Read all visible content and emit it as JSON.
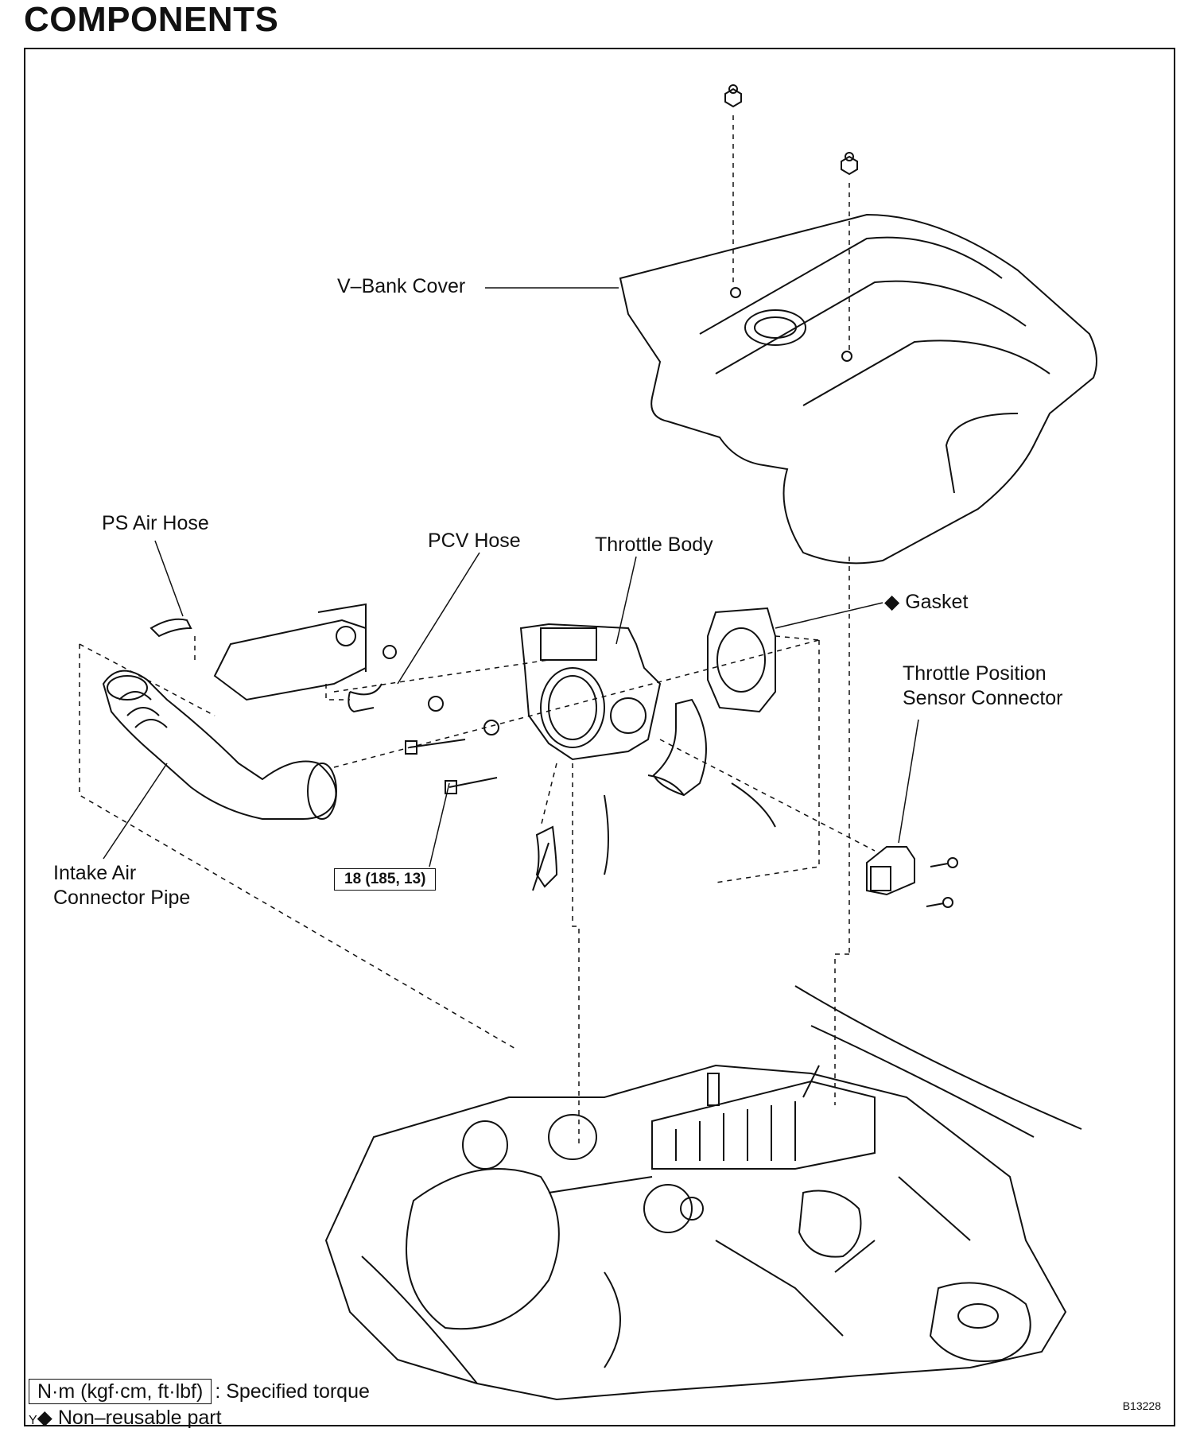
{
  "heading": "COMPONENTS",
  "labels": {
    "v_bank_cover": "V–Bank Cover",
    "ps_air_hose": "PS Air Hose",
    "pcv_hose": "PCV Hose",
    "throttle_body": "Throttle Body",
    "gasket": "Gasket",
    "tps_connector": "Throttle Position\nSensor Connector",
    "intake_air_connector_pipe": "Intake Air\nConnector Pipe"
  },
  "torque_spec": "18 (185, 13)",
  "legend": {
    "torque_unit": "N·m (kgf·cm, ft·lbf)",
    "torque_desc": ": Specified torque",
    "nonreusable_prefix": "Y",
    "nonreusable_desc": "Non–reusable part"
  },
  "symbols": {
    "nonreusable_mark": "◆"
  },
  "figure_id": "B13228"
}
